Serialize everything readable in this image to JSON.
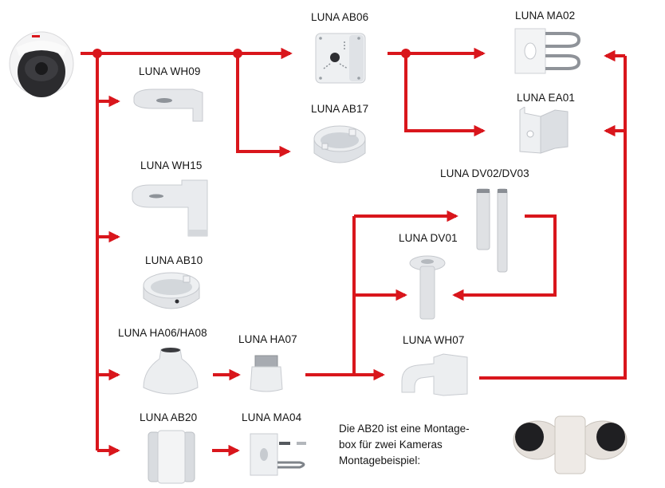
{
  "diagram": {
    "title": "LUNA Montagezubehör Kompatibilität",
    "colors": {
      "connector": "#d9161c",
      "product_body": "#e9eaec",
      "product_shadow": "#b9bcc2",
      "text": "#151515"
    },
    "source": {
      "name": "Dome-Kamera",
      "icon": "dome-camera-icon"
    },
    "products": [
      {
        "id": "ab06",
        "label": "LUNA AB06",
        "icon": "junction-box-square-icon"
      },
      {
        "id": "ab17",
        "label": "LUNA AB17",
        "icon": "junction-box-round-icon"
      },
      {
        "id": "ma02",
        "label": "LUNA MA02",
        "icon": "pole-mount-bracket-icon"
      },
      {
        "id": "ea01",
        "label": "LUNA EA01",
        "icon": "corner-mount-bracket-icon"
      },
      {
        "id": "wh09",
        "label": "LUNA WH09",
        "icon": "wall-bracket-short-icon"
      },
      {
        "id": "wh15",
        "label": "LUNA WH15",
        "icon": "wall-bracket-icon"
      },
      {
        "id": "ab10",
        "label": "LUNA AB10",
        "icon": "junction-box-round-icon"
      },
      {
        "id": "dv0203",
        "label": "LUNA DV02/DV03",
        "icon": "extension-pole-icon"
      },
      {
        "id": "dv01",
        "label": "LUNA DV01",
        "icon": "pendant-pole-icon"
      },
      {
        "id": "ha0608",
        "label": "LUNA HA06/HA08",
        "icon": "pendant-adapter-icon"
      },
      {
        "id": "ha07",
        "label": "LUNA HA07",
        "icon": "pendant-adapter-small-icon"
      },
      {
        "id": "wh07",
        "label": "LUNA WH07",
        "icon": "wall-mount-gooseneck-icon"
      },
      {
        "id": "ab20",
        "label": "LUNA AB20",
        "icon": "dual-camera-box-icon"
      },
      {
        "id": "ma04",
        "label": "LUNA MA04",
        "icon": "pole-mount-plate-icon"
      }
    ],
    "note": {
      "lines": [
        "Die AB20 ist eine Montage-",
        "box für zwei Kameras",
        "Montagebeispiel:"
      ]
    },
    "example_image": {
      "name": "AB20 mit zwei Kameras",
      "icon": "dual-camera-example-icon"
    },
    "edges": [
      {
        "from": "camera",
        "to": "ab06"
      },
      {
        "from": "camera",
        "to": "ab17"
      },
      {
        "from": "camera",
        "to": "wh09"
      },
      {
        "from": "camera",
        "to": "wh15"
      },
      {
        "from": "camera",
        "to": "ha0608"
      },
      {
        "from": "camera",
        "to": "ab20"
      },
      {
        "from": "ab06",
        "to": "ma02"
      },
      {
        "from": "ab06",
        "to": "ea01"
      },
      {
        "from": "ha0608",
        "to": "ha07"
      },
      {
        "from": "ha07",
        "to": "dv0203"
      },
      {
        "from": "ha07",
        "to": "dv01"
      },
      {
        "from": "ha07",
        "to": "wh07"
      },
      {
        "from": "dv0203",
        "to": "dv01"
      },
      {
        "from": "wh07",
        "to": "ma02"
      },
      {
        "from": "wh07",
        "to": "ea01"
      },
      {
        "from": "ab20",
        "to": "ma04"
      }
    ]
  }
}
